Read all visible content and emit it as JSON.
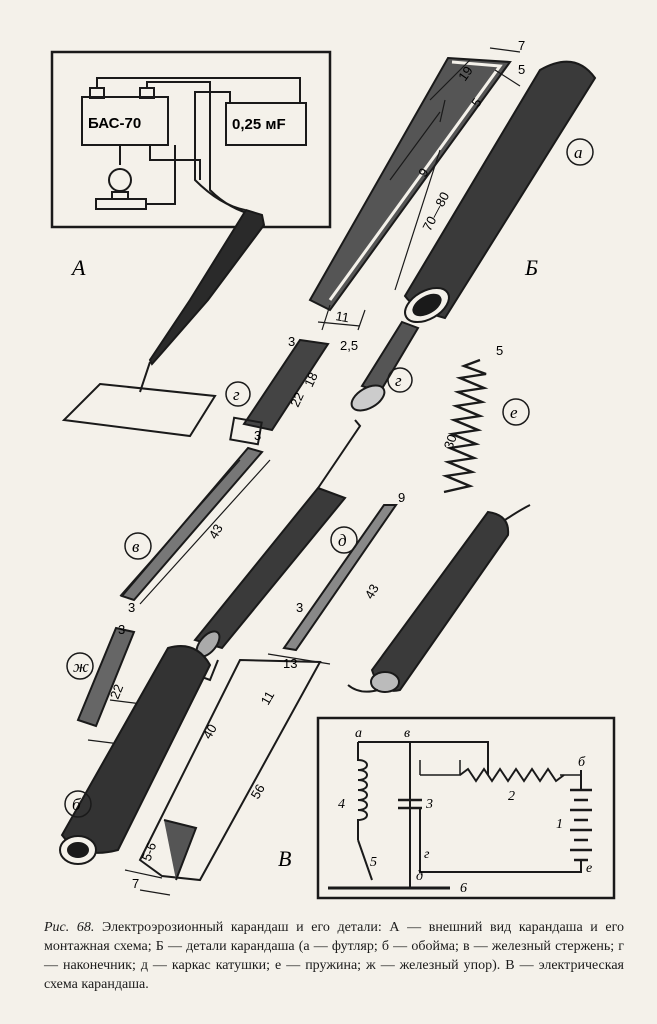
{
  "panel_a": {
    "label": "А",
    "battery_label": "БАС-70",
    "capacitor_label": "0,25 мF"
  },
  "panel_b": {
    "label": "Б"
  },
  "panel_v": {
    "label": "В"
  },
  "parts": {
    "a": "а",
    "b": "б",
    "v": "в",
    "g1": "г",
    "g2": "г",
    "d": "д",
    "e": "е",
    "zh": "ж"
  },
  "dims": {
    "d19": "19",
    "d7": "7",
    "d5a": "5",
    "d5b": "5",
    "d9": "9",
    "d70_80": "70—80",
    "d11": "11",
    "d2_5": "2,5",
    "d3a": "3",
    "d18": "18",
    "d22a": "22",
    "d3b": "3",
    "d5c": "5",
    "d30": "30",
    "d43a": "43",
    "d3c": "3",
    "d9b": "9",
    "d43b": "43",
    "d3d": "3",
    "d3e": "3",
    "d13": "13",
    "d22b": "22",
    "d40": "40",
    "d11b": "11",
    "d56": "56",
    "d5_6": "5-6",
    "d7b": "7"
  },
  "schematic": {
    "node_a": "а",
    "node_v": "в",
    "node_b": "б",
    "node_g": "г",
    "node_d": "д",
    "node_e": "е",
    "n1": "1",
    "n2": "2",
    "n3": "3",
    "n4": "4",
    "n5": "5",
    "n6": "6"
  },
  "caption": {
    "fig_no": "Рис. 68.",
    "text": " Электроэрозионный карандаш и его детали: А — внешний вид карандаша и его монтажная схема; Б — детали карандаша (а — футляр; б — обойма; в — железный стержень; г — наконечник; д — каркас катушки; е — пружина; ж — железный упор). В — электрическая схема карандаша."
  }
}
